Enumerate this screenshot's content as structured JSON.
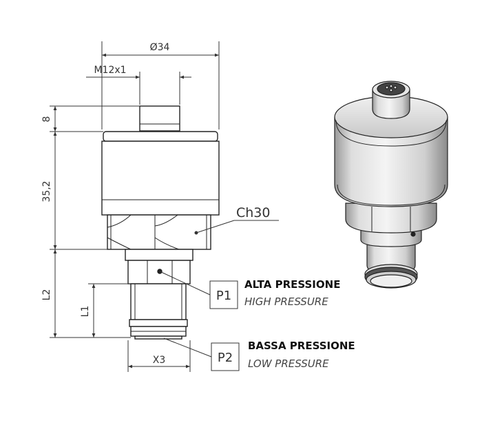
{
  "dimensions": {
    "diameter": "Ø34",
    "thread": "M12x1",
    "connector_height": "8",
    "body_height": "35,2",
    "hex": "Ch30",
    "length_l2": "L2",
    "length_l1": "L1",
    "thread_x3": "X3"
  },
  "ports": [
    {
      "id": "P1",
      "title": "ALTA PRESSIONE",
      "subtitle": "HIGH PRESSURE"
    },
    {
      "id": "P2",
      "title": "BASSA PRESSIONE",
      "subtitle": "LOW PRESSURE"
    }
  ]
}
